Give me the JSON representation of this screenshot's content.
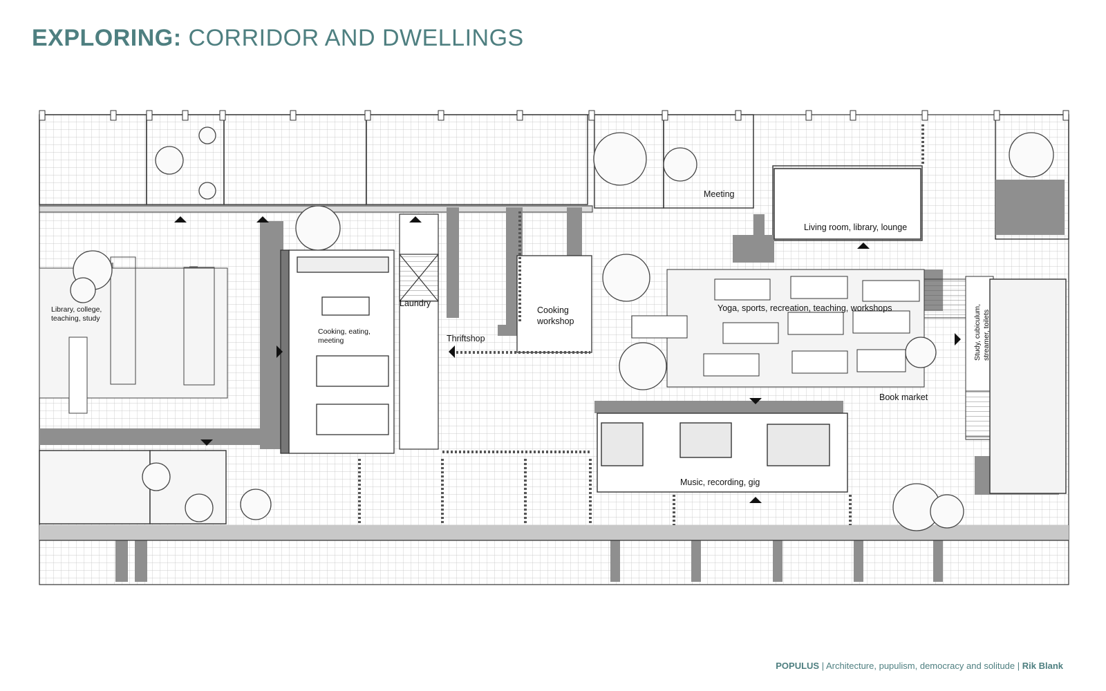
{
  "header": {
    "title_bold": "EXPLORING:",
    "title_rest": "CORRIDOR AND DWELLINGS"
  },
  "plan": {
    "labels": {
      "library_1": "Library, college,",
      "library_2": "teaching, study",
      "cooking_1": "Cooking, eating,",
      "cooking_2": "meeting",
      "laundry": "Laundry",
      "thriftshop": "Thriftshop",
      "workshop_1": "Cooking",
      "workshop_2": "workshop",
      "meeting": "Meeting",
      "living": "Living room, library, lounge",
      "yoga": "Yoga, sports, recreation, teaching, workshops",
      "study_1": "Study, cubiculum,",
      "study_2": "streamer, toilets",
      "book_market": "Book market",
      "music": "Music, recording, gig"
    },
    "colors": {
      "line": "#3a3a3a",
      "grid": "#b9b9b9",
      "shadow": "#8f8f8f",
      "dark_shadow": "#6b6b6b",
      "foliage": "#555555"
    }
  },
  "footer": {
    "project": "POPULUS",
    "sep1": " | ",
    "subtitle": "Architecture, pupulism, democracy and solitude",
    "sep2": " | ",
    "author": "Rik Blank"
  }
}
